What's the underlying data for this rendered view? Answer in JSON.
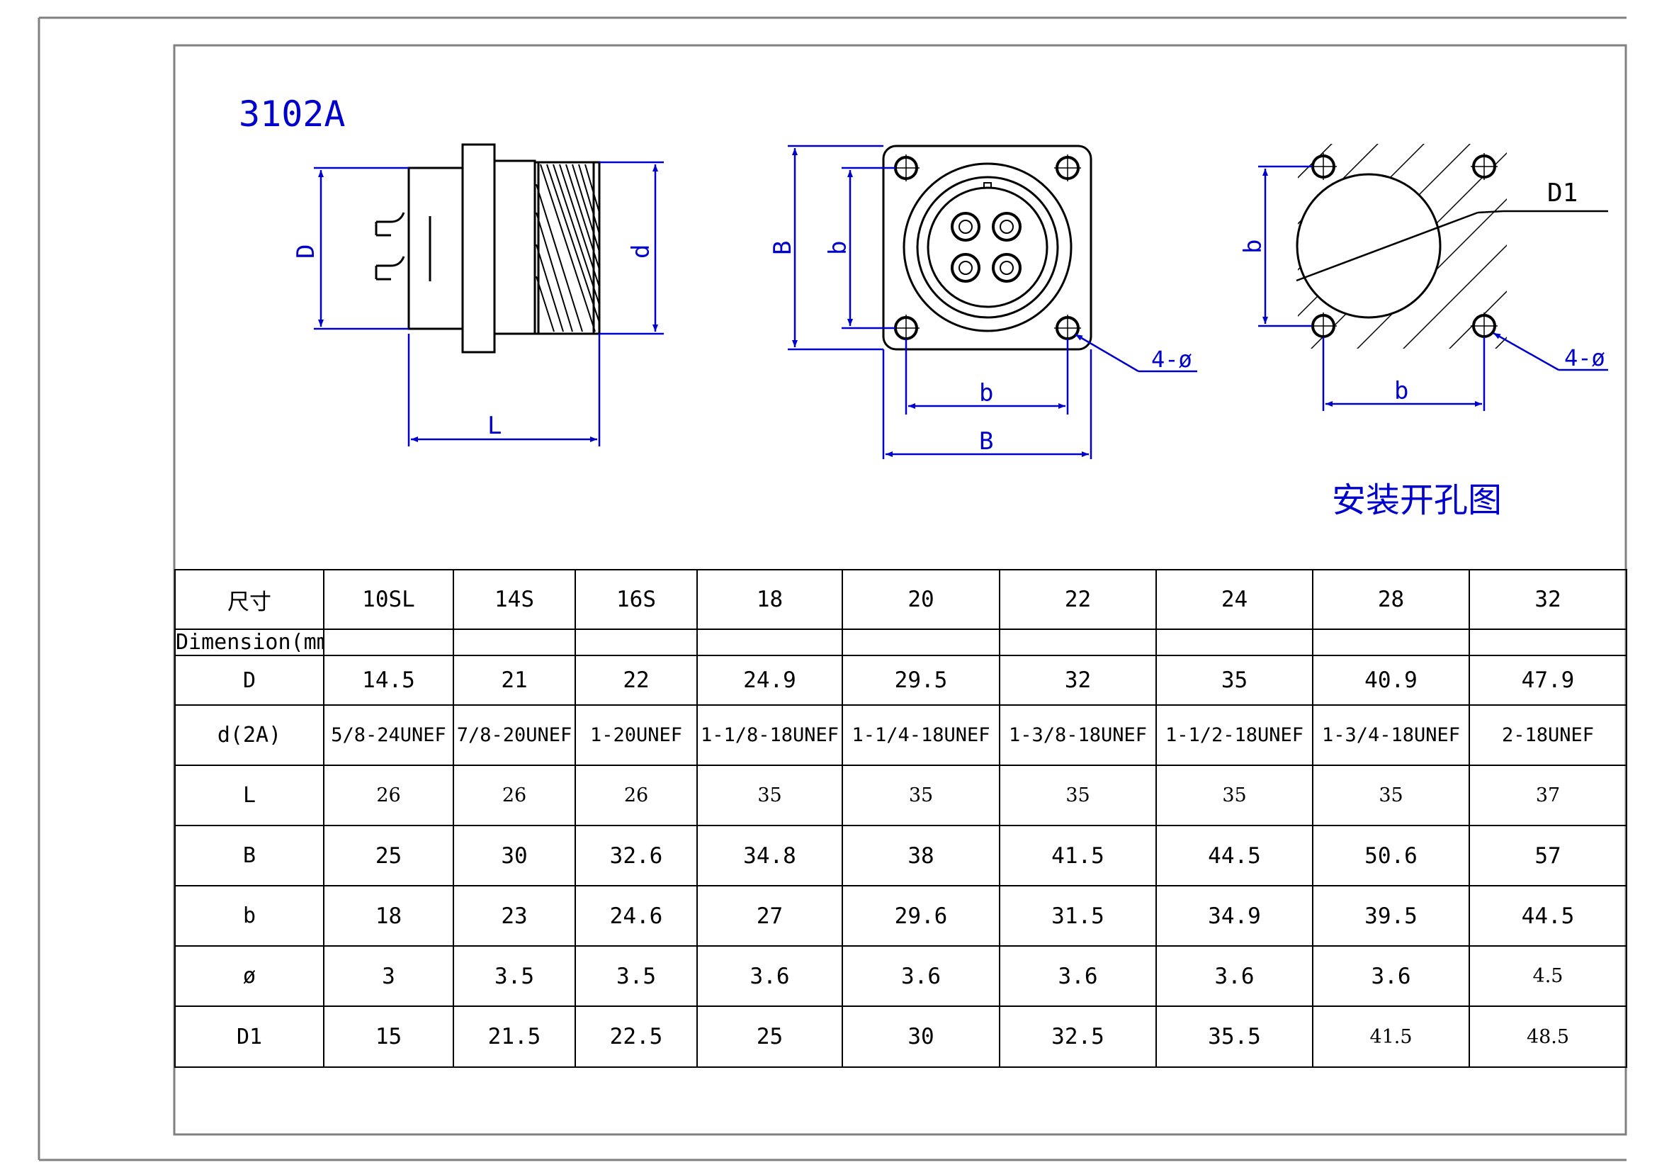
{
  "model": "3102A",
  "mounting_title": "安装开孔图",
  "labels": {
    "D": "D",
    "d": "d",
    "L": "L",
    "B": "B",
    "b": "b",
    "D1": "D1",
    "hole": "4-ø"
  },
  "colors": {
    "dimension": "#0000cc",
    "line": "#000000",
    "frame": "#808080"
  },
  "table": {
    "header_label": "尺寸",
    "header_sub": "Dimension(mm)",
    "sizes": [
      "10SL",
      "14S",
      "16S",
      "18",
      "20",
      "22",
      "24",
      "28",
      "32"
    ],
    "rows": [
      {
        "label": "D",
        "values": [
          "14.5",
          "21",
          "22",
          "24.9",
          "29.5",
          "32",
          "35",
          "40.9",
          "47.9"
        ]
      },
      {
        "label": "d(2A)",
        "values": [
          "5/8-24UNEF",
          "7/8-20UNEF",
          "1-20UNEF",
          "1-1/8-18UNEF",
          "1-1/4-18UNEF",
          "1-3/8-18UNEF",
          "1-1/2-18UNEF",
          "1-3/4-18UNEF",
          "2-18UNEF"
        ]
      },
      {
        "label": "L",
        "values": [
          "26",
          "26",
          "26",
          "35",
          "35",
          "35",
          "35",
          "35",
          "37"
        ]
      },
      {
        "label": "B",
        "values": [
          "25",
          "30",
          "32.6",
          "34.8",
          "38",
          "41.5",
          "44.5",
          "50.6",
          "57"
        ]
      },
      {
        "label": "b",
        "values": [
          "18",
          "23",
          "24.6",
          "27",
          "29.6",
          "31.5",
          "34.9",
          "39.5",
          "44.5"
        ]
      },
      {
        "label": "ø",
        "values": [
          "3",
          "3.5",
          "3.5",
          "3.6",
          "3.6",
          "3.6",
          "3.6",
          "3.6",
          "4.5"
        ]
      },
      {
        "label": "D1",
        "values": [
          "15",
          "21.5",
          "22.5",
          "25",
          "30",
          "32.5",
          "35.5",
          "41.5",
          "48.5"
        ]
      }
    ]
  }
}
